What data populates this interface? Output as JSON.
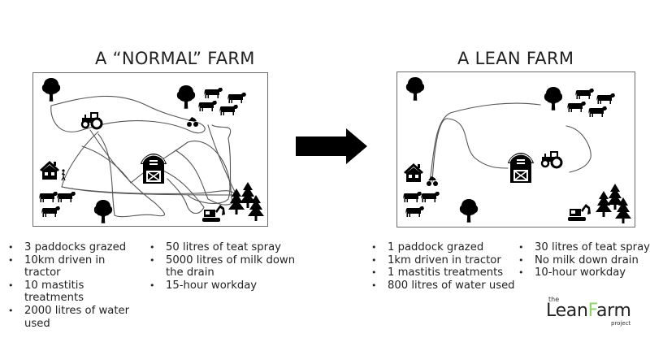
{
  "left_farm": {
    "title": "A “NORMAL” FARM",
    "stats_col1": [
      "3 paddocks grazed",
      "10km driven in tractor",
      "10 mastitis treatments",
      "2000 litres of water used"
    ],
    "stats_col2": [
      "50 litres of teat spray",
      "5000 litres of milk down the drain",
      "15-hour workday"
    ]
  },
  "right_farm": {
    "title": "A LEAN FARM",
    "stats_col1": [
      "1 paddock grazed",
      "1km driven in tractor",
      "1 mastitis treatments",
      "800 litres of water used"
    ],
    "stats_col2": [
      "30 litres of teat spray",
      "No milk down drain",
      "10-hour workday"
    ]
  },
  "arrow": {
    "icon": "right-arrow-icon",
    "color": "#000000"
  },
  "logo": {
    "the": "the",
    "lean": "Lean",
    "f": "F",
    "arm": "arm",
    "project": "project",
    "accent": "#8fd16a"
  },
  "icons": [
    "tree-icon",
    "cow-icon",
    "barn-icon",
    "tractor-icon",
    "house-icon",
    "person-icon",
    "excavator-icon",
    "pine-trees-icon",
    "quad-bike-icon"
  ]
}
